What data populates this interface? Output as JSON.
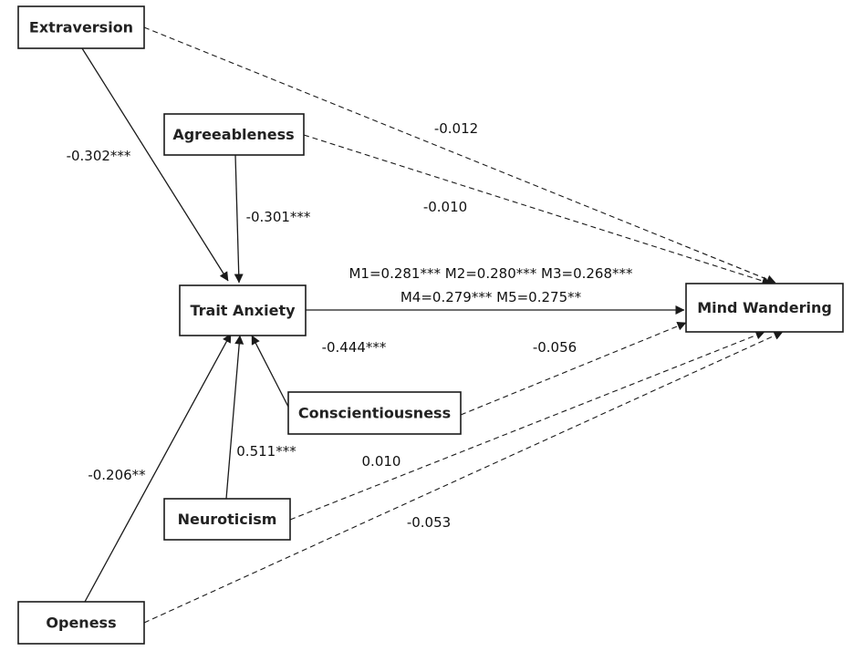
{
  "nodes": {
    "extraversion": "Extraversion",
    "agreeableness": "Agreeableness",
    "trait_anxiety": "Trait Anxiety",
    "mind_wandering": "Mind Wandering",
    "conscientiousness": "Conscientiousness",
    "neuroticism": "Neuroticism",
    "openness": "Openess"
  },
  "paths": {
    "extraversion_to_anxiety": "-0.302***",
    "agreeableness_to_anxiety": "-0.301***",
    "conscientiousness_to_anxiety": "-0.444***",
    "neuroticism_to_anxiety": "0.511***",
    "openness_to_anxiety": "-0.206**",
    "anxiety_to_mind_wandering_line1": "M1=0.281*** M2=0.280*** M3=0.268***",
    "anxiety_to_mind_wandering_line2": "M4=0.279*** M5=0.275**",
    "extraversion_to_mind_wandering": "-0.012",
    "agreeableness_to_mind_wandering": "-0.010",
    "conscientiousness_to_mind_wandering": "-0.056",
    "neuroticism_to_mind_wandering": "0.010",
    "openness_to_mind_wandering": "-0.053"
  }
}
